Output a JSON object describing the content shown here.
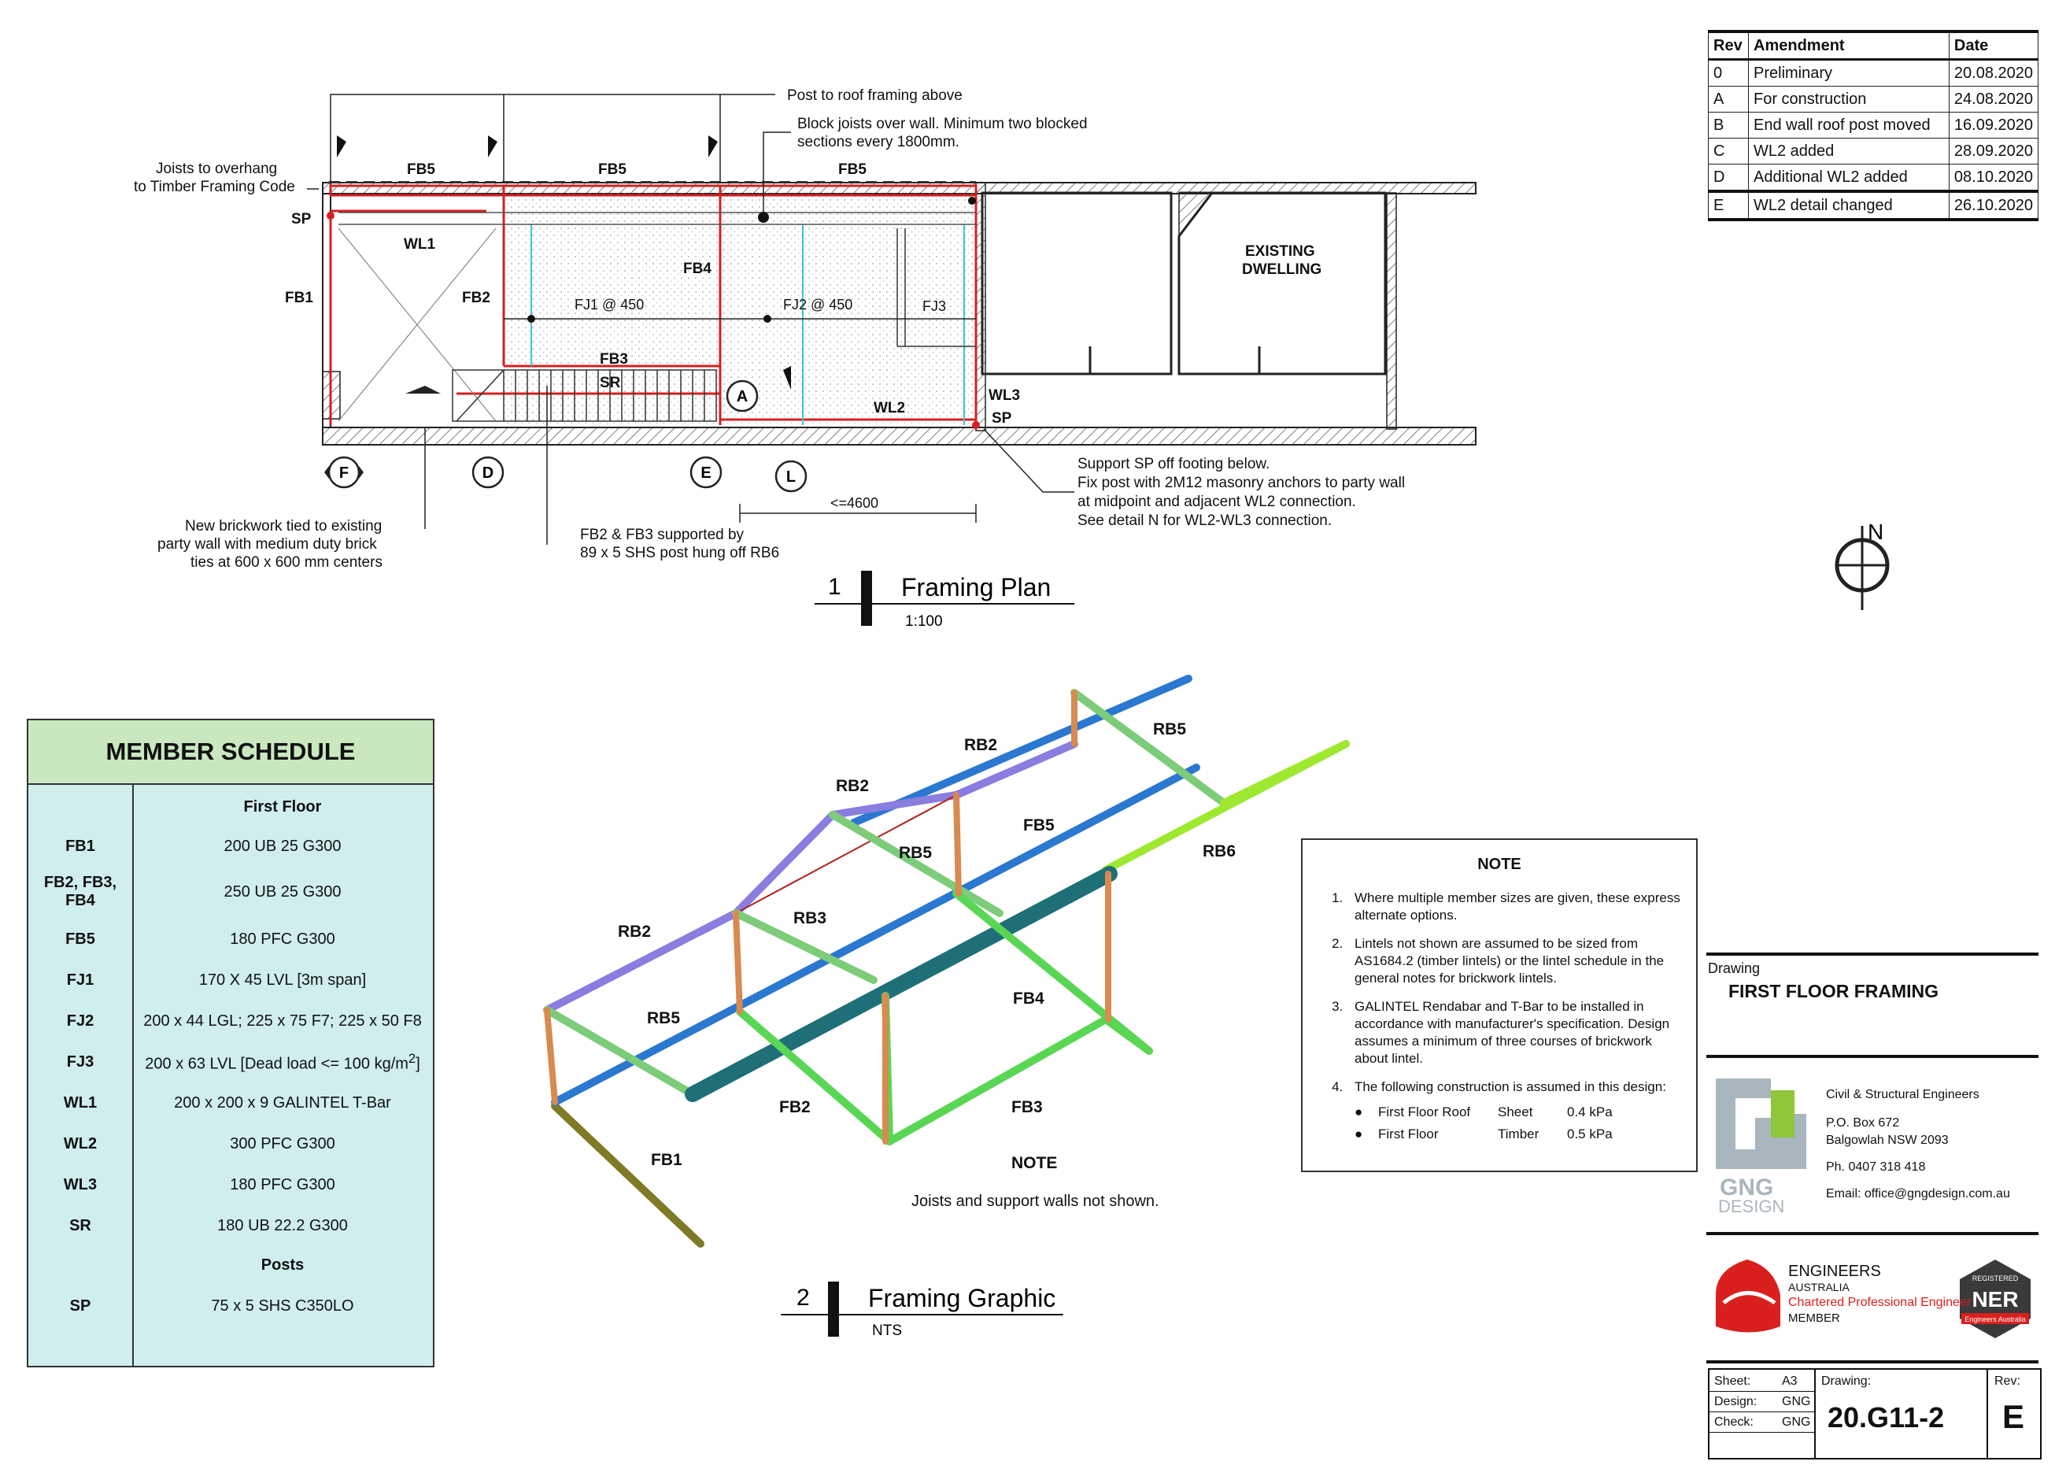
{
  "revision_table": {
    "headers": [
      "Rev",
      "Amendment",
      "Date"
    ],
    "rows": [
      [
        "0",
        "Preliminary",
        "20.08.2020"
      ],
      [
        "A",
        "For construction",
        "24.08.2020"
      ],
      [
        "B",
        "End wall roof post moved",
        "16.09.2020"
      ],
      [
        "C",
        "WL2 added",
        "28.09.2020"
      ],
      [
        "D",
        "Additional WL2 added",
        "08.10.2020"
      ],
      [
        "E",
        "WL2 detail changed",
        "26.10.2020"
      ]
    ]
  },
  "plan": {
    "callouts": {
      "post_roof": "Post to roof framing above",
      "block_joists_1": "Block joists over wall.  Minimum two blocked",
      "block_joists_2": "sections every 1800mm.",
      "overhang_1": "Joists to overhang",
      "overhang_2": "to Timber Framing Code",
      "brick_1": "New brickwork tied to existing",
      "brick_2": "party wall with medium duty brick",
      "brick_3": "ties at 600 x 600 mm centers",
      "fb2fb3_1": "FB2 & FB3 supported by",
      "fb2fb3_2": "89 x 5 SHS post hung off RB6",
      "sp_1": "Support SP off footing below.",
      "sp_2": "Fix post with 2M12 masonry anchors to party wall",
      "sp_3": "at midpoint and adjacent WL2 connection.",
      "sp_4": "See detail N for WL2-WL3 connection.",
      "dim": "<=4600"
    },
    "labels": {
      "fb5": "FB5",
      "sp": "SP",
      "wl1": "WL1",
      "fb1": "FB1",
      "fb2": "FB2",
      "fb4": "FB4",
      "fj1": "FJ1 @ 450",
      "fj2": "FJ2 @ 450",
      "fj3": "FJ3",
      "fb3": "FB3",
      "sr": "SR",
      "wl2": "WL2",
      "wl3": "WL3",
      "existing_1": "EXISTING",
      "existing_2": "DWELLING"
    },
    "grid": {
      "f": "F",
      "d": "D",
      "e": "E",
      "a": "A",
      "l": "L"
    },
    "north": "N",
    "title_num": "1",
    "title": "Framing Plan",
    "scale": "1:100"
  },
  "graphic": {
    "labels": {
      "rb2a": "RB2",
      "rb2b": "RB2",
      "rb2c": "RB2",
      "rb5a": "RB5",
      "rb5b": "RB5",
      "rb5c": "RB5",
      "fb5": "FB5",
      "rb6": "RB6",
      "rb3": "RB3",
      "fb4": "FB4",
      "fb2": "FB2",
      "fb3": "FB3",
      "fb1": "FB1"
    },
    "note_title": "NOTE",
    "note_text": "Joists and support walls not shown.",
    "title_num": "2",
    "title": "Framing Graphic",
    "scale": "NTS"
  },
  "schedule": {
    "title": "MEMBER SCHEDULE",
    "first_floor": "First Floor",
    "rows": [
      {
        "mark": "FB1",
        "size": "200 UB 25 G300"
      },
      {
        "mark": "FB2, FB3,",
        "mark2": "FB4",
        "size": "250 UB 25 G300"
      },
      {
        "mark": "FB5",
        "size": "180 PFC G300"
      },
      {
        "mark": "FJ1",
        "size": "170 X 45 LVL [3m span]"
      },
      {
        "mark": "FJ2",
        "size": "200 x 44 LGL; 225 x 75 F7; 225 x 50 F8"
      },
      {
        "mark": "FJ3",
        "size": "200 x 63 LVL [Dead load <= 100 kg/m",
        "sup": "2",
        "size_end": "]"
      },
      {
        "mark": "WL1",
        "size": "200 x 200 x 9 GALINTEL T-Bar"
      },
      {
        "mark": "WL2",
        "size": "300 PFC G300"
      },
      {
        "mark": "WL3",
        "size": "180 PFC G300"
      },
      {
        "mark": "SR",
        "size": "180 UB 22.2 G300"
      }
    ],
    "posts": "Posts",
    "post_rows": [
      {
        "mark": "SP",
        "size": "75 x 5 SHS C350LO"
      }
    ]
  },
  "notes": {
    "title": "NOTE",
    "items": [
      "Where multiple member sizes are given, these express alternate options.",
      "Lintels not shown are assumed to be sized from AS1684.2 (timber lintels) or the lintel schedule in the general notes for brickwork lintels.",
      "GALINTEL Rendabar and T-Bar to be installed in accordance with manufacturer's specification.  Design assumes a minimum of three courses of brickwork about lintel.",
      "The following construction is assumed in this design:"
    ],
    "loads": [
      {
        "item": "First Floor Roof",
        "type": "Sheet",
        "load": "0.4 kPa"
      },
      {
        "item": "First Floor",
        "type": "Timber",
        "load": "0.5 kPa"
      }
    ]
  },
  "title_block": {
    "drawing_label": "Drawing",
    "drawing_title": "FIRST FLOOR FRAMING",
    "company": {
      "logo_text_1": "GNG",
      "logo_text_2": "DESIGN",
      "line1": "Civil & Structural Engineers",
      "line2": "P.O. Box 672",
      "line3": "Balgowlah NSW 2093",
      "phone": "Ph.   0407 318 418",
      "email": "Email: office@gngdesign.com.au"
    },
    "engineers": {
      "line1": "ENGINEERS",
      "line2": "AUSTRALIA",
      "line3": "Chartered Professional Engineer",
      "line4": "MEMBER",
      "ner_top": "REGISTERED",
      "ner": "NER",
      "ner_bottom": "Engineers Australia"
    },
    "sheet_label": "Sheet:",
    "sheet": "A3",
    "design_label": "Design:",
    "design": "GNG",
    "check_label": "Check:",
    "check": "GNG",
    "drawing_no_label": "Drawing:",
    "drawing_no": "20.G11-2",
    "rev_label": "Rev:",
    "rev": "E"
  },
  "colors": {
    "red": "#d42020",
    "cyan": "#3cc4d8",
    "blue": "#2a78d0",
    "purple": "#8a7de0",
    "green": "#5ad655",
    "lightgreen": "#7ccc7a",
    "lime": "#9ee830",
    "teal": "#1f6f78",
    "orange": "#d88a50",
    "olive": "#7f7a25",
    "schedule_bg": "#cfeeed",
    "schedule_head": "#c9e8c0"
  }
}
